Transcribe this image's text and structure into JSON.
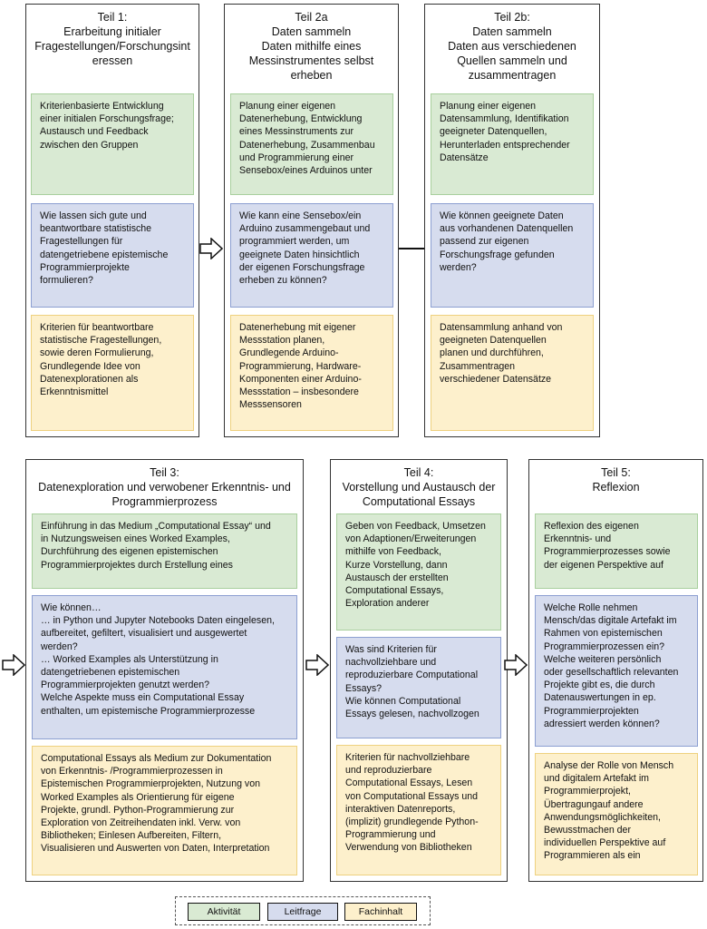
{
  "columns": [
    {
      "title": "Teil 1:\nErarbeitung initialer\nFragestellungen/Forschungsint\neressen",
      "activity": "Kriterienbasierte Entwicklung\neiner initialen Forschungsfrage;\nAustausch und Feedback\nzwischen den Gruppen",
      "question": "Wie lassen sich gute und\nbeantwortbare statistische\nFragestellungen für\ndatengetriebene epistemische\nProgrammierprojekte\nformulieren?",
      "content": "Kriterien für beantwortbare\nstatistische Fragestellungen,\nsowie deren Formulierung,\nGrundlegende Idee von\nDatenexplorationen als\nErkenntnismittel"
    },
    {
      "title": "Teil 2a\nDaten sammeln\nDaten mithilfe eines\nMessinstrumentes selbst\nerheben",
      "activity": "Planung einer eigenen\nDatenerhebung, Entwicklung\neines Messinstruments zur\nDatenerhebung, Zusammenbau\nund Programmierung einer\nSensebox/eines Arduinos unter",
      "question": "Wie kann eine Sensebox/ein\nArduino zusammengebaut und\nprogrammiert werden, um\ngeeignete Daten hinsichtlich\nder eigenen Forschungsfrage\nerheben zu können?",
      "content": "Datenerhebung mit eigener\nMessstation planen,\nGrundlegende Arduino-\nProgrammierung, Hardware-\nKomponenten einer Arduino-\nMessstation – insbesondere\nMesssensoren"
    },
    {
      "title": "Teil 2b:\nDaten sammeln\nDaten aus verschiedenen\nQuellen sammeln und\nzusammentragen",
      "activity": "Planung einer eigenen\nDatensammlung, Identifikation\ngeeigneter Datenquellen,\nHerunterladen entsprechender\nDatensätze",
      "question": "Wie können geeignete Daten\naus vorhandenen Datenquellen\npassend zur eigenen\nForschungsfrage gefunden\nwerden?",
      "content": "Datensammlung anhand von\ngeeigneten Datenquellen\nplanen und durchführen,\nZusammentragen\nverschiedener Datensätze"
    },
    {
      "title": "Teil 3:\nDatenexploration und verwobener Erkenntnis- und\nProgrammierprozess",
      "activity": "Einführung in das Medium „Computational Essay“ und\nin Nutzungsweisen eines Worked Examples,\nDurchführung des eigenen epistemischen\nProgrammierprojektes durch Erstellung eines",
      "question": "Wie können…\n… in Python und Jupyter Notebooks Daten eingelesen,\naufbereitet, gefiltert, visualisiert und ausgewertet\nwerden?\n… Worked Examples als Unterstützung in\ndatengetriebenen epistemischen\nProgrammierprojekten genutzt werden?\nWelche Aspekte muss ein Computational Essay\nenthalten, um epistemische Programmierprozesse",
      "content": "Computational Essays als Medium zur Dokumentation\nvon Erkenntnis- /Programmierprozessen in\nEpistemischen Programmierprojekten, Nutzung von\nWorked Examples als Orientierung für eigene\nProjekte, grundl. Python-Programmierung zur\nExploration von Zeitreihendaten inkl. Verw. von\nBibliotheken; Einlesen Aufbereiten, Filtern,\nVisualisieren und Auswerten von Daten, Interpretation"
    },
    {
      "title": "Teil 4:\nVorstellung und Austausch der\nComputational Essays",
      "activity": "Geben von Feedback, Umsetzen\nvon Adaptionen/Erweiterungen\nmithilfe von Feedback,\nKurze Vorstellung, dann\nAustausch der erstellten\nComputational Essays,\nExploration anderer",
      "question": "Was sind Kriterien für\nnachvollziehbare und\nreproduzierbare Computational\nEssays?\nWie können Computational\nEssays gelesen, nachvollzogen",
      "content": "Kriterien für nachvollziehbare\nund reproduzierbare\nComputational Essays, Lesen\nvon Computational Essays und\ninteraktiven Datenreports,\n(implizit) grundlegende Python-\nProgrammierung und\nVerwendung von Bibliotheken"
    },
    {
      "title": "Teil 5:\nReflexion",
      "activity": "Reflexion des eigenen\nErkenntnis- und\nProgrammierprozesses sowie\nder eigenen Perspektive auf",
      "question": "Welche Rolle nehmen\nMensch/das digitale Artefakt im\nRahmen von epistemischen\nProgrammierprozessen ein?\nWelche weiteren persönlich\noder gesellschaftlich relevanten\nProjekte gibt es, die durch\nDatenauswertungen in ep.\nProgrammierprojekten\nadressiert werden können?",
      "content": "Analyse der Rolle von Mensch\nund digitalem Artefakt im\nProgrammierprojekt,\nÜbertragungauf andere\nAnwendungsmöglichkeiten,\nBewusstmachen der\nindividuellen Perspektive auf\nProgrammieren als ein"
    }
  ],
  "legend": {
    "activity": "Aktivität",
    "question": "Leitfrage",
    "content": "Fachinhalt"
  },
  "colors": {
    "activity": "#d9ead3",
    "question": "#d6dcee",
    "content": "#fdf0cc"
  }
}
